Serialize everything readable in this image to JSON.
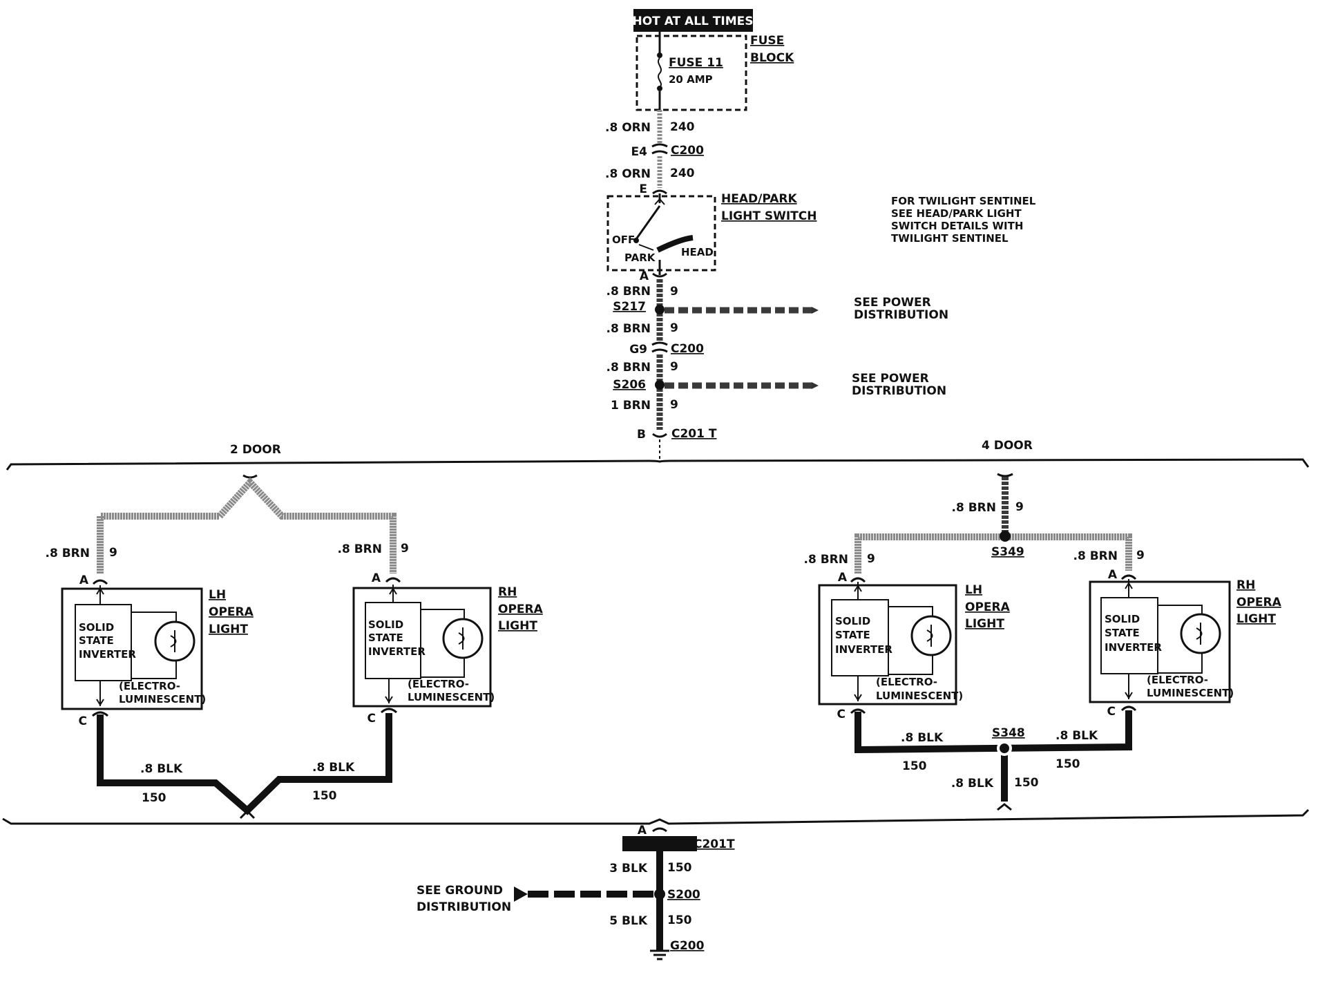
{
  "top": {
    "hot_label": "HOT AT ALL TIMES",
    "fuse_block_line1": "FUSE",
    "fuse_block_line2": "BLOCK",
    "fuse_name": "FUSE 11",
    "fuse_rating": "20 AMP",
    "wire_orn_1": ".8 ORN",
    "circuit_240_a": "240",
    "c200_pin_top": "E4",
    "c200_top": "C200",
    "wire_orn_2": ".8 ORN",
    "circuit_240_b": "240",
    "pin_e": "E",
    "switch_title_1": "HEAD/PARK",
    "switch_title_2": "LIGHT SWITCH",
    "switch_off": "OFF",
    "switch_park": "PARK",
    "switch_head": "HEAD",
    "pin_a_switch": "A",
    "note_lines": [
      "FOR TWILIGHT SENTINEL",
      "SEE HEAD/PARK LIGHT",
      "SWITCH DETAILS WITH",
      "TWILIGHT SENTINEL"
    ],
    "wire_brn_1": ".8 BRN",
    "circuit_9_a": "9",
    "splice_s217": "S217",
    "see_power_1_l1": "SEE POWER",
    "see_power_1_l2": "DISTRIBUTION",
    "wire_brn_2": ".8 BRN",
    "circuit_9_b": "9",
    "c200_pin_mid": "G9",
    "c200_mid": "C200",
    "wire_brn_3": ".8 BRN",
    "circuit_9_c": "9",
    "splice_s206": "S206",
    "see_power_2_l1": "SEE POWER",
    "see_power_2_l2": "DISTRIBUTION",
    "wire_brn_4": "1 BRN",
    "circuit_9_d": "9",
    "pin_b": "B",
    "c201_top": "C201 T"
  },
  "two_door": {
    "title": "2 DOOR",
    "lh_wire": ".8 BRN",
    "lh_circuit": "9",
    "rh_wire": ".8 BRN",
    "rh_circuit": "9",
    "lh_pin_a": "A",
    "rh_pin_a": "A",
    "lh_label": [
      "LH",
      "OPERA",
      "LIGHT"
    ],
    "rh_label": [
      "RH",
      "OPERA",
      "LIGHT"
    ],
    "inverter": [
      "SOLID",
      "STATE",
      "INVERTER"
    ],
    "electro": [
      "(ELECTRO-",
      "LUMINESCENT)"
    ],
    "lh_pin_c": "C",
    "rh_pin_c": "C",
    "lh_blk": ".8 BLK",
    "lh_150": "150",
    "rh_blk": ".8 BLK",
    "rh_150": "150"
  },
  "four_door": {
    "title": "4 DOOR",
    "feed_wire": ".8 BRN",
    "feed_circuit": "9",
    "splice_s349": "S349",
    "lh_wire": ".8 BRN",
    "lh_circuit": "9",
    "rh_wire": ".8 BRN",
    "rh_circuit": "9",
    "lh_pin_a": "A",
    "rh_pin_a": "A",
    "lh_label": [
      "LH",
      "OPERA",
      "LIGHT"
    ],
    "rh_label": [
      "RH",
      "OPERA",
      "LIGHT"
    ],
    "inverter": [
      "SOLID",
      "STATE",
      "INVERTER"
    ],
    "electro": [
      "(ELECTRO-",
      "LUMINESCENT)"
    ],
    "lh_pin_c": "C",
    "rh_pin_c": "C",
    "splice_s348": "S348",
    "lh_blk": ".8 BLK",
    "lh_150": "150",
    "rh_blk": ".8 BLK",
    "rh_150": "150",
    "down_blk": ".8 BLK",
    "down_150": "150"
  },
  "bottom": {
    "pin_a": "A",
    "c201t": "C201T",
    "wire_3blk": "3 BLK",
    "circuit_150_a": "150",
    "see_ground_l1": "SEE GROUND",
    "see_ground_l2": "DISTRIBUTION",
    "splice_s200": "S200",
    "wire_5blk": "5 BLK",
    "circuit_150_b": "150",
    "ground_g200": "G200"
  }
}
